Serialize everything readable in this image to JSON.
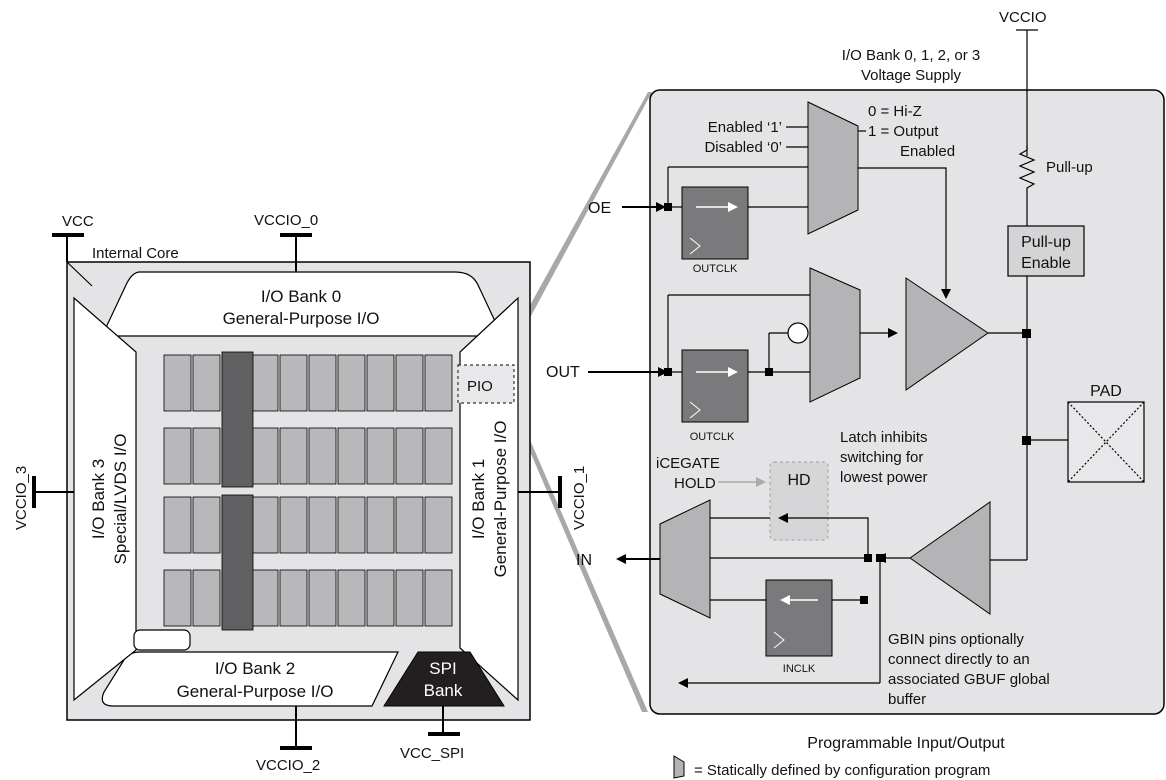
{
  "chip": {
    "vcc": "VCC",
    "internal_core": "Internal Core",
    "vccio_0": "VCCIO_0",
    "vccio_1": "VCCIO_1",
    "vccio_2": "VCCIO_2",
    "vccio_3": "VCCIO_3",
    "vcc_spi": "VCC_SPI",
    "bank0": [
      "I/O Bank 0",
      "General-Purpose I/O"
    ],
    "bank1": [
      "I/O Bank 1",
      "General-Purpose I/O"
    ],
    "bank2": [
      "I/O Bank 2",
      "General-Purpose I/O"
    ],
    "bank3": [
      "I/O Bank 3",
      "Special/LVDS I/O"
    ],
    "spi": [
      "SPI",
      "Bank"
    ],
    "pio": "PIO"
  },
  "pio": {
    "vccio": "VCCIO",
    "supply": [
      "I/O Bank 0, 1, 2, or 3",
      "Voltage Supply"
    ],
    "enabled": "Enabled ‘1’",
    "disabled": "Disabled ‘0’",
    "hiz": [
      "0 = Hi-Z",
      "1 = Output",
      "Enabled"
    ],
    "pullup": "Pull-up",
    "pullup_enable": [
      "Pull-up",
      "Enable"
    ],
    "oe": "OE",
    "out": "OUT",
    "in": "IN",
    "outclk": "OUTCLK",
    "inclk": "INCLK",
    "pad": "PAD",
    "latch": [
      "Latch inhibits",
      "switching for",
      "lowest power"
    ],
    "icegate": [
      "iCEGATE",
      "HOLD"
    ],
    "hd": "HD",
    "gbin": [
      "GBIN pins optionally",
      "connect directly to an",
      "associated GBUF global",
      "buffer"
    ]
  },
  "caption": {
    "title": "Programmable Input/Output",
    "legend": "= Statically defined by configuration program"
  },
  "colors": {
    "panel": "#e4e4e6",
    "cell": "#b8b8ba",
    "cell_dark": "#606062",
    "mux": "#b4b4b6",
    "ff": "#7a7a7c",
    "spi": "#231f20",
    "funnel": "#a8a8aa"
  }
}
